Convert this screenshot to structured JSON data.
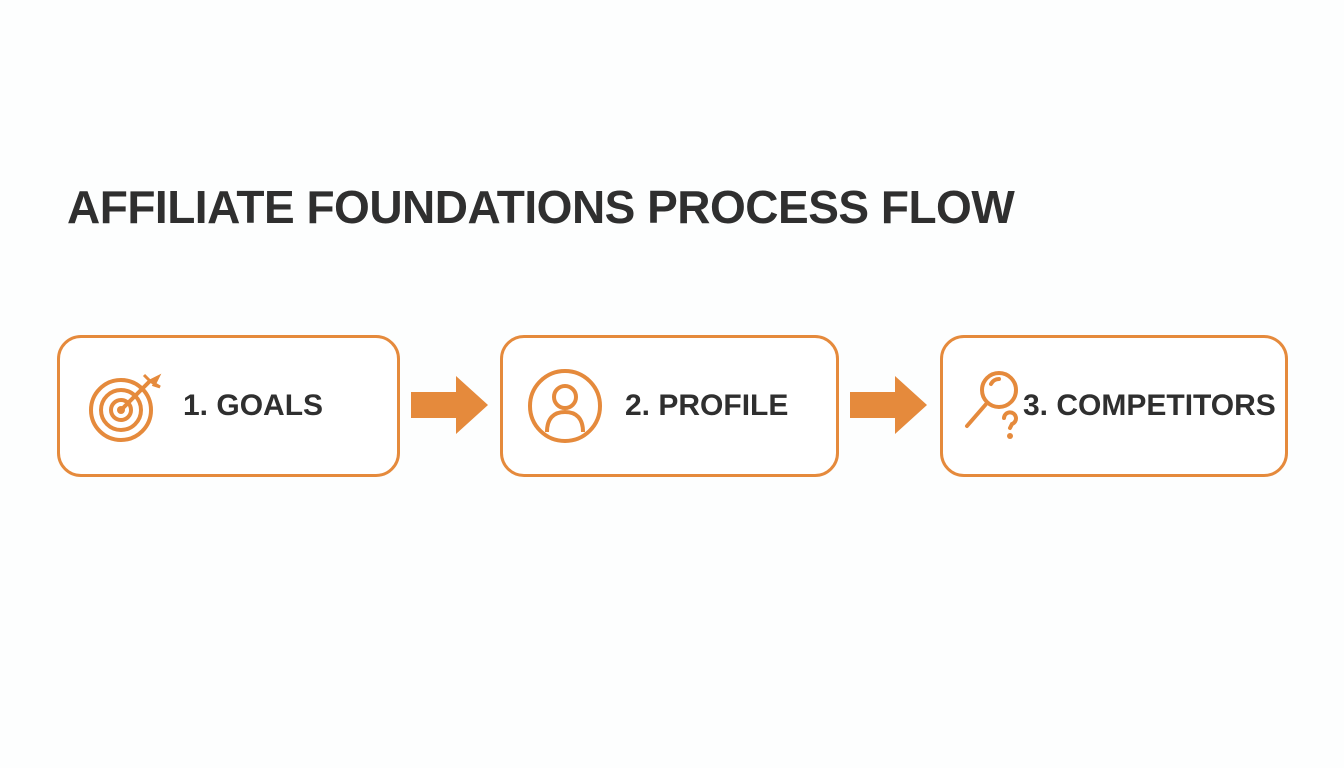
{
  "title": "AFFILIATE FOUNDATIONS PROCESS FLOW",
  "steps": [
    {
      "label": "1. GOALS",
      "icon": "target-icon"
    },
    {
      "label": "2. PROFILE",
      "icon": "user-profile-icon"
    },
    {
      "label": "3. COMPETITORS",
      "icon": "magnifier-question-icon"
    }
  ],
  "colors": {
    "accent": "#e58a3c",
    "text": "#2f2f2f"
  }
}
